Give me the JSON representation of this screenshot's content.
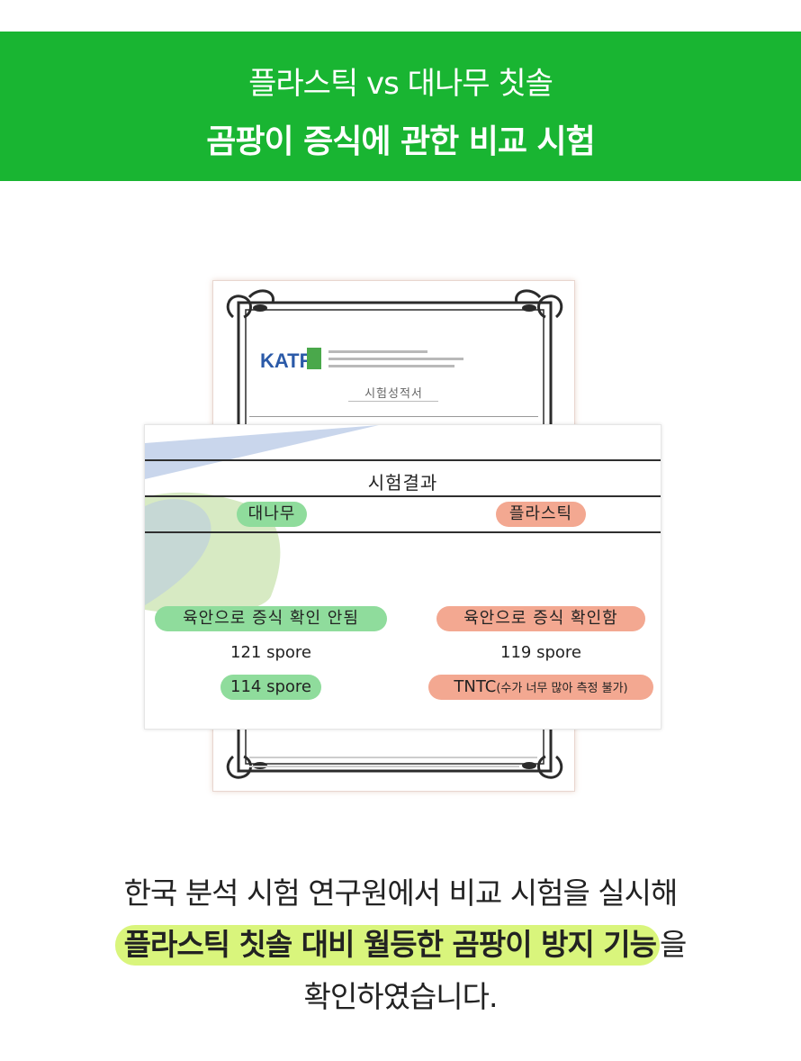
{
  "banner": {
    "line1": "플라스틱 vs 대나무 칫솔",
    "line2": "곰팡이 증식에 관한 비교 시험",
    "bg_color": "#19b532"
  },
  "certificate": {
    "logo": "KATR",
    "title": "시험성적서"
  },
  "results": {
    "heading": "시험결과",
    "columns": [
      {
        "label": "대나무",
        "finding": "육안으로 증식 확인 안됨",
        "count_1": "121 spore",
        "count_2": "114 spore",
        "color": "#8fdc9c"
      },
      {
        "label": "플라스틱",
        "finding": "육안으로 증식 확인함",
        "count_1": "119 spore",
        "count_2_main": "TNTC",
        "count_2_note": "(수가 너무 많아 측정 불가)",
        "color": "#f3a891"
      }
    ]
  },
  "copy": {
    "line1": "한국 분석 시험 연구원에서 비교 시험을 실시해",
    "line2_highlight": "플라스틱 칫솔 대비 월등한 곰팡이 방지 기능",
    "line2_rest": "을",
    "line3": "확인하였습니다.",
    "highlight_color": "#d9f57c"
  }
}
